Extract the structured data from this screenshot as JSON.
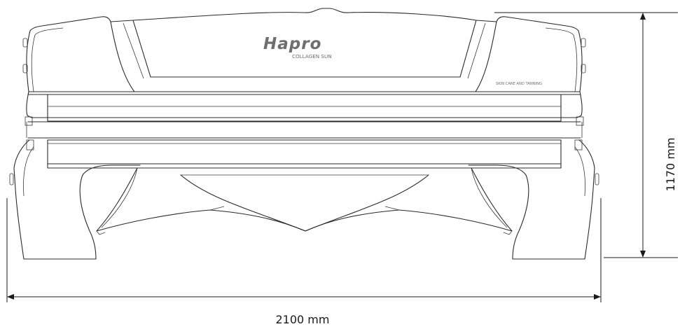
{
  "product": {
    "brand": "Hapro",
    "model": "COLLAGEN SUN",
    "tagline": "SKIN CARE AND TANNING"
  },
  "dimensions": {
    "width": "2100 mm",
    "height": "1170 mm"
  }
}
